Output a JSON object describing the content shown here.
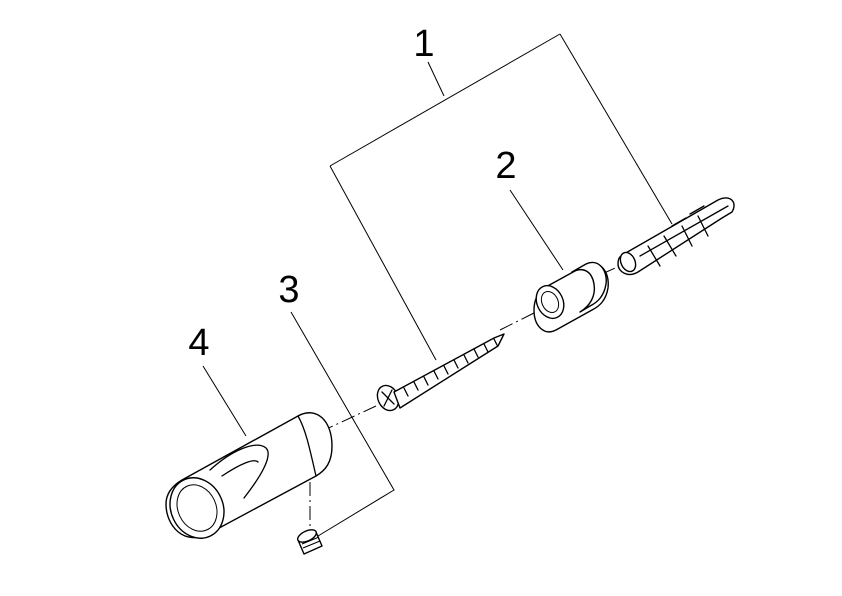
{
  "callouts": [
    {
      "id": "1"
    },
    {
      "id": "2"
    },
    {
      "id": "3"
    },
    {
      "id": "4"
    }
  ],
  "parts": [
    {
      "callout": "1",
      "name": "screw-and-anchor-set"
    },
    {
      "callout": "2",
      "name": "spacer-sleeve"
    },
    {
      "callout": "3",
      "name": "set-screw"
    },
    {
      "callout": "4",
      "name": "hook-body"
    }
  ],
  "colors": {
    "line": "#000000",
    "background": "#ffffff"
  }
}
